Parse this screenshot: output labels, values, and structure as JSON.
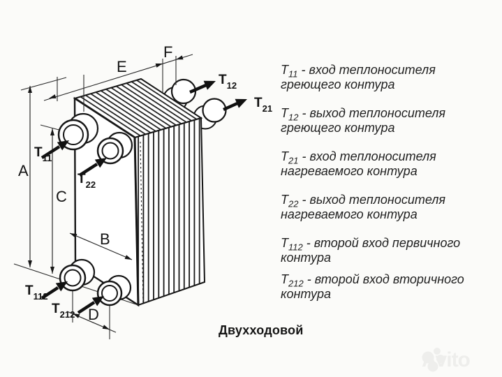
{
  "diagram": {
    "caption": "Двухходовой",
    "dim_labels": {
      "A": "A",
      "B": "B",
      "C": "C",
      "D": "D",
      "E": "E",
      "F": "F"
    },
    "port_labels": {
      "t11": {
        "sym": "T",
        "sub": "11"
      },
      "t12": {
        "sym": "T",
        "sub": "12"
      },
      "t21": {
        "sym": "T",
        "sub": "21"
      },
      "t22": {
        "sym": "T",
        "sub": "22"
      },
      "t112": {
        "sym": "T",
        "sub": "112"
      },
      "t212": {
        "sym": "T",
        "sub": "212"
      }
    }
  },
  "legend": {
    "entries": [
      {
        "sym": "T",
        "sub": "11",
        "text": " - вход теплоносителя греющего контура"
      },
      {
        "sym": "T",
        "sub": "12",
        "text": " - выход теплоносителя греющего контура"
      },
      {
        "sym": "T",
        "sub": "21",
        "text": " - вход теплоносителя нагреваемого контура"
      },
      {
        "sym": "T",
        "sub": "22",
        "text": " - выход теплоносителя нагреваемого контура"
      },
      {
        "sym": "T",
        "sub": "112",
        "text": " - второй вход первичного контура"
      },
      {
        "sym": "T",
        "sub": "212",
        "text": " - второй вход вторичного контура"
      }
    ]
  },
  "watermark": {
    "text": "Avito"
  },
  "colors": {
    "line": "#161616",
    "background": "#fbfbf9",
    "watermark": "#eeeeec"
  }
}
